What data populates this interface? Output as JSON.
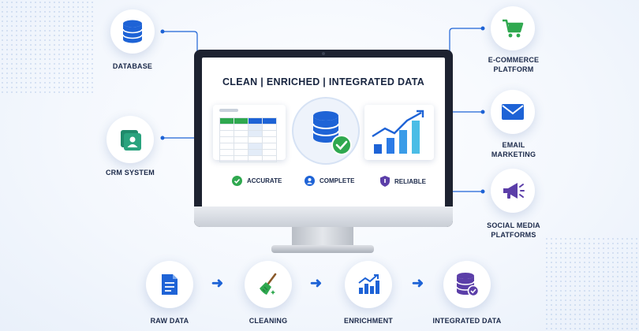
{
  "monitor": {
    "title": "CLEAN | ENRICHED | INTEGRATED DATA",
    "badges": [
      {
        "label": "ACCURATE",
        "icon": "check-circle-icon",
        "color": "#2fa84f"
      },
      {
        "label": "COMPLETE",
        "icon": "user-circle-icon",
        "color": "#1e63d6"
      },
      {
        "label": "RELIABLE",
        "icon": "shield-icon",
        "color": "#5b3ea8"
      }
    ]
  },
  "sources": [
    {
      "label": "DATABASE",
      "icon": "database-icon"
    },
    {
      "label": "CRM SYSTEM",
      "icon": "crm-icon"
    }
  ],
  "destinations": [
    {
      "label_line1": "E-COMMERCE",
      "label_line2": "PLATFORM",
      "icon": "shopping-cart-icon"
    },
    {
      "label_line1": "EMAIL",
      "label_line2": "MARKETING",
      "icon": "envelope-icon"
    },
    {
      "label_line1": "SOCIAL MEDIA",
      "label_line2": "PLATFORMS",
      "icon": "megaphone-icon"
    }
  ],
  "pipeline": [
    {
      "label": "RAW DATA",
      "icon": "document-icon"
    },
    {
      "label": "CLEANING",
      "icon": "broom-icon"
    },
    {
      "label": "ENRICHMENT",
      "icon": "growth-chart-icon"
    },
    {
      "label": "INTEGRATED DATA",
      "icon": "database-check-icon"
    }
  ],
  "colors": {
    "accent_blue": "#1e63d6",
    "accent_green": "#2fa84f",
    "accent_purple": "#5b3ea8",
    "dark_text": "#1c2a4a"
  }
}
